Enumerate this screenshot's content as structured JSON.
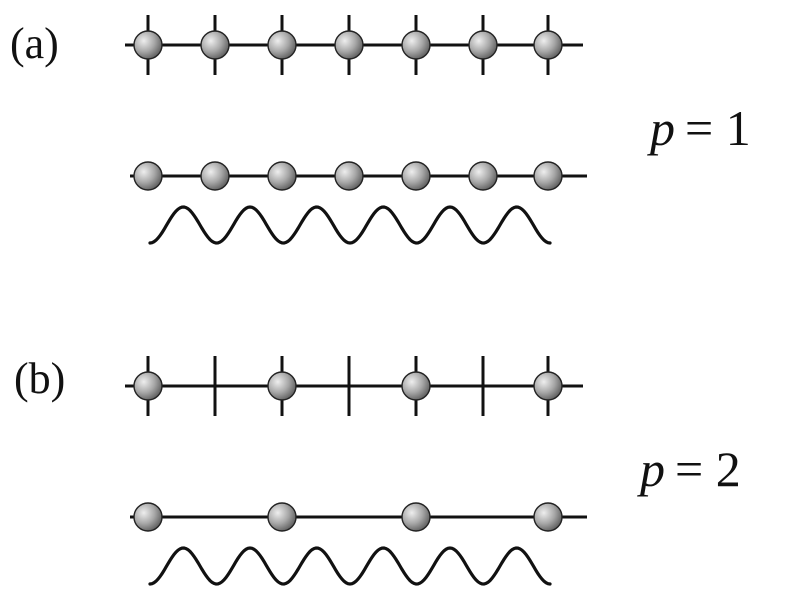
{
  "panels": [
    {
      "id": "a",
      "label": "(a)",
      "p_variable": "p",
      "p_equals": "= 1",
      "period": 1
    },
    {
      "id": "b",
      "label": "(b)",
      "p_variable": "p",
      "p_equals": "= 2",
      "period": 2
    }
  ],
  "colors": {
    "atom_light": "#e6e6e6",
    "atom_dark": "#6e6e6e",
    "line": "#111111"
  }
}
